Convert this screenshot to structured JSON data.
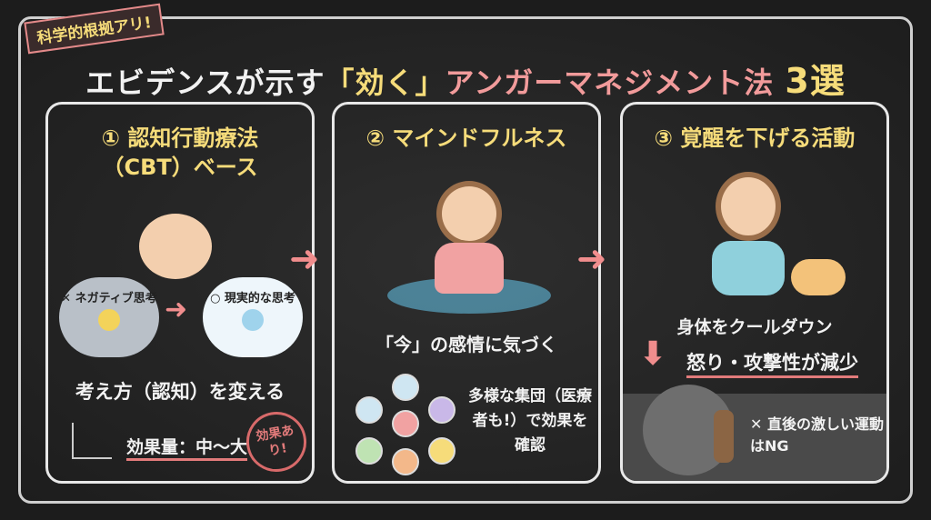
{
  "badge": "科学的根拠アリ!",
  "title": {
    "part1": "エビデンスが示す",
    "part2": "「効く」",
    "part3": "アンガーマネジメント法",
    "part4": "3選"
  },
  "panels": [
    {
      "heading1": "① 認知行動療法",
      "heading2": "（CBT）ベース",
      "cloud_negative": "✕ ネガティブ思考",
      "cloud_realistic": "○ 現実的な思考",
      "caption": "考え方（認知）を変える",
      "effect": "効果量：中〜大",
      "stamp": "効果あり!"
    },
    {
      "heading1": "② マインドフルネス",
      "caption": "「今」の感情に気づく",
      "note": "多様な集団（医療者も!）で効果を確認"
    },
    {
      "heading1": "③ 覚醒を下げる活動",
      "caption": "身体をクールダウン",
      "result": "怒り・攻撃性が減少",
      "warning": "✕ 直後の激しい運動はNG"
    }
  ],
  "colors": {
    "accent_yellow": "#f6dc7a",
    "accent_pink": "#f29b9b",
    "board": "#1c1c1c"
  }
}
